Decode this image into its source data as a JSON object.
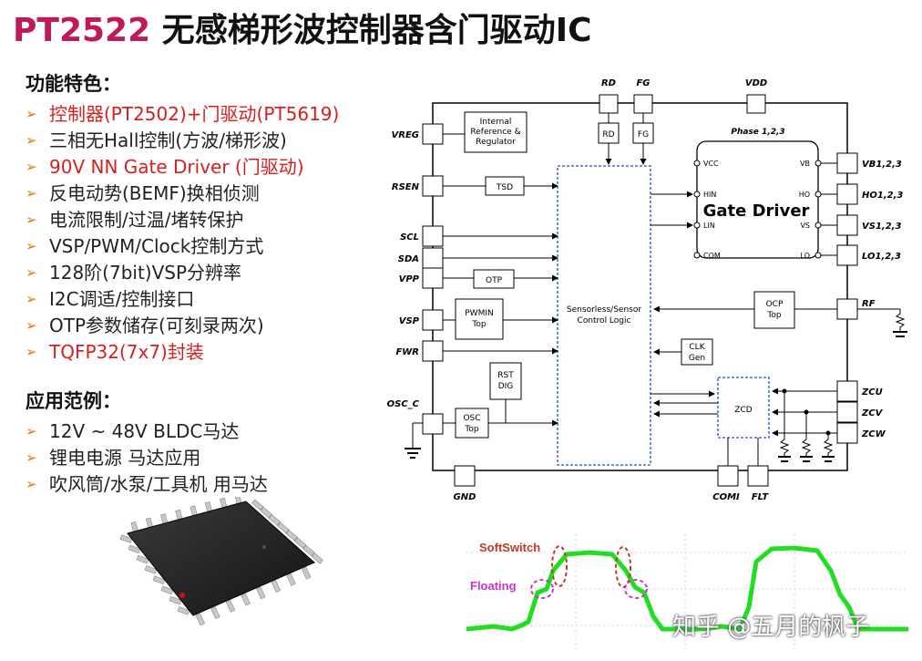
{
  "title": {
    "part": "PT2522",
    "rest": "无感梯形波控制器含门驱动IC"
  },
  "features": {
    "heading": "功能特色：",
    "items": [
      {
        "text": "控制器(PT2502)+门驱动(PT5619)",
        "red": true
      },
      {
        "text": "三相无Hall控制(方波/梯形波)",
        "red": false
      },
      {
        "text": "90V NN Gate Driver (门驱动)",
        "red": true
      },
      {
        "text": "反电动势(BEMF)换相侦测",
        "red": false
      },
      {
        "text": "电流限制/过温/堵转保护",
        "red": false
      },
      {
        "text": "VSP/PWM/Clock控制方式",
        "red": false
      },
      {
        "text": "128阶(7bit)VSP分辨率",
        "red": false
      },
      {
        "text": "I2C调适/控制接口",
        "red": false
      },
      {
        "text": "OTP参数储存(可刻录两次)",
        "red": false
      },
      {
        "text": "TQFP32(7x7)封装",
        "red": true
      }
    ]
  },
  "applications": {
    "heading": "应用范例：",
    "items": [
      "12V ~ 48V BLDC马达",
      "锂电电源 马达应用",
      "吹风筒/水泵/工具机 用马达"
    ]
  },
  "diagram": {
    "pins_left": [
      "VREG",
      "RSEN",
      "SCL",
      "SDA",
      "VPP",
      "VSP",
      "FWR",
      "OSC_C"
    ],
    "pins_top": [
      "RD",
      "FG",
      "VDD"
    ],
    "pins_right": [
      "VB1,2,3",
      "HO1,2,3",
      "VS1,2,3",
      "LO1,2,3",
      "RF",
      "ZCU",
      "ZCV",
      "ZCW"
    ],
    "pins_bottom": [
      "GND",
      "COMI",
      "FLT"
    ],
    "blocks": {
      "internal_ref": [
        "Internal",
        "Reference &",
        "Regulator"
      ],
      "rd": "RD",
      "fg": "FG",
      "tsd": "TSD",
      "otp": "OTP",
      "pwmin": [
        "PWMIN",
        "Top"
      ],
      "rst": [
        "RST",
        "DIG"
      ],
      "osc": [
        "OSC",
        "Top"
      ],
      "logic": [
        "Sensorless/Sensor",
        "Control Logic"
      ],
      "ocp": [
        "OCP",
        "Top"
      ],
      "clk": [
        "CLK",
        "Gen"
      ],
      "zcd": "ZCD"
    },
    "gate_driver": {
      "phase": "Phase 1,2,3",
      "label": "Gate Driver",
      "left_pins": [
        "VCC",
        "HIN",
        "LIN",
        "COM"
      ],
      "right_pins": [
        "VB",
        "HO",
        "VS",
        "LO"
      ]
    }
  },
  "waveform": {
    "labels": [
      "SoftSwitch",
      "Floating"
    ],
    "colors": {
      "wave": "#22dd22",
      "softswitch": "#c0392b",
      "floating": "#cc33cc"
    }
  },
  "watermark": "知乎 @五月的枫子",
  "colors": {
    "title_accent": "#c0185a",
    "red_text": "#d81e1e",
    "arrow": "#e07b00",
    "dashed_blue": "#1a4fd8"
  }
}
